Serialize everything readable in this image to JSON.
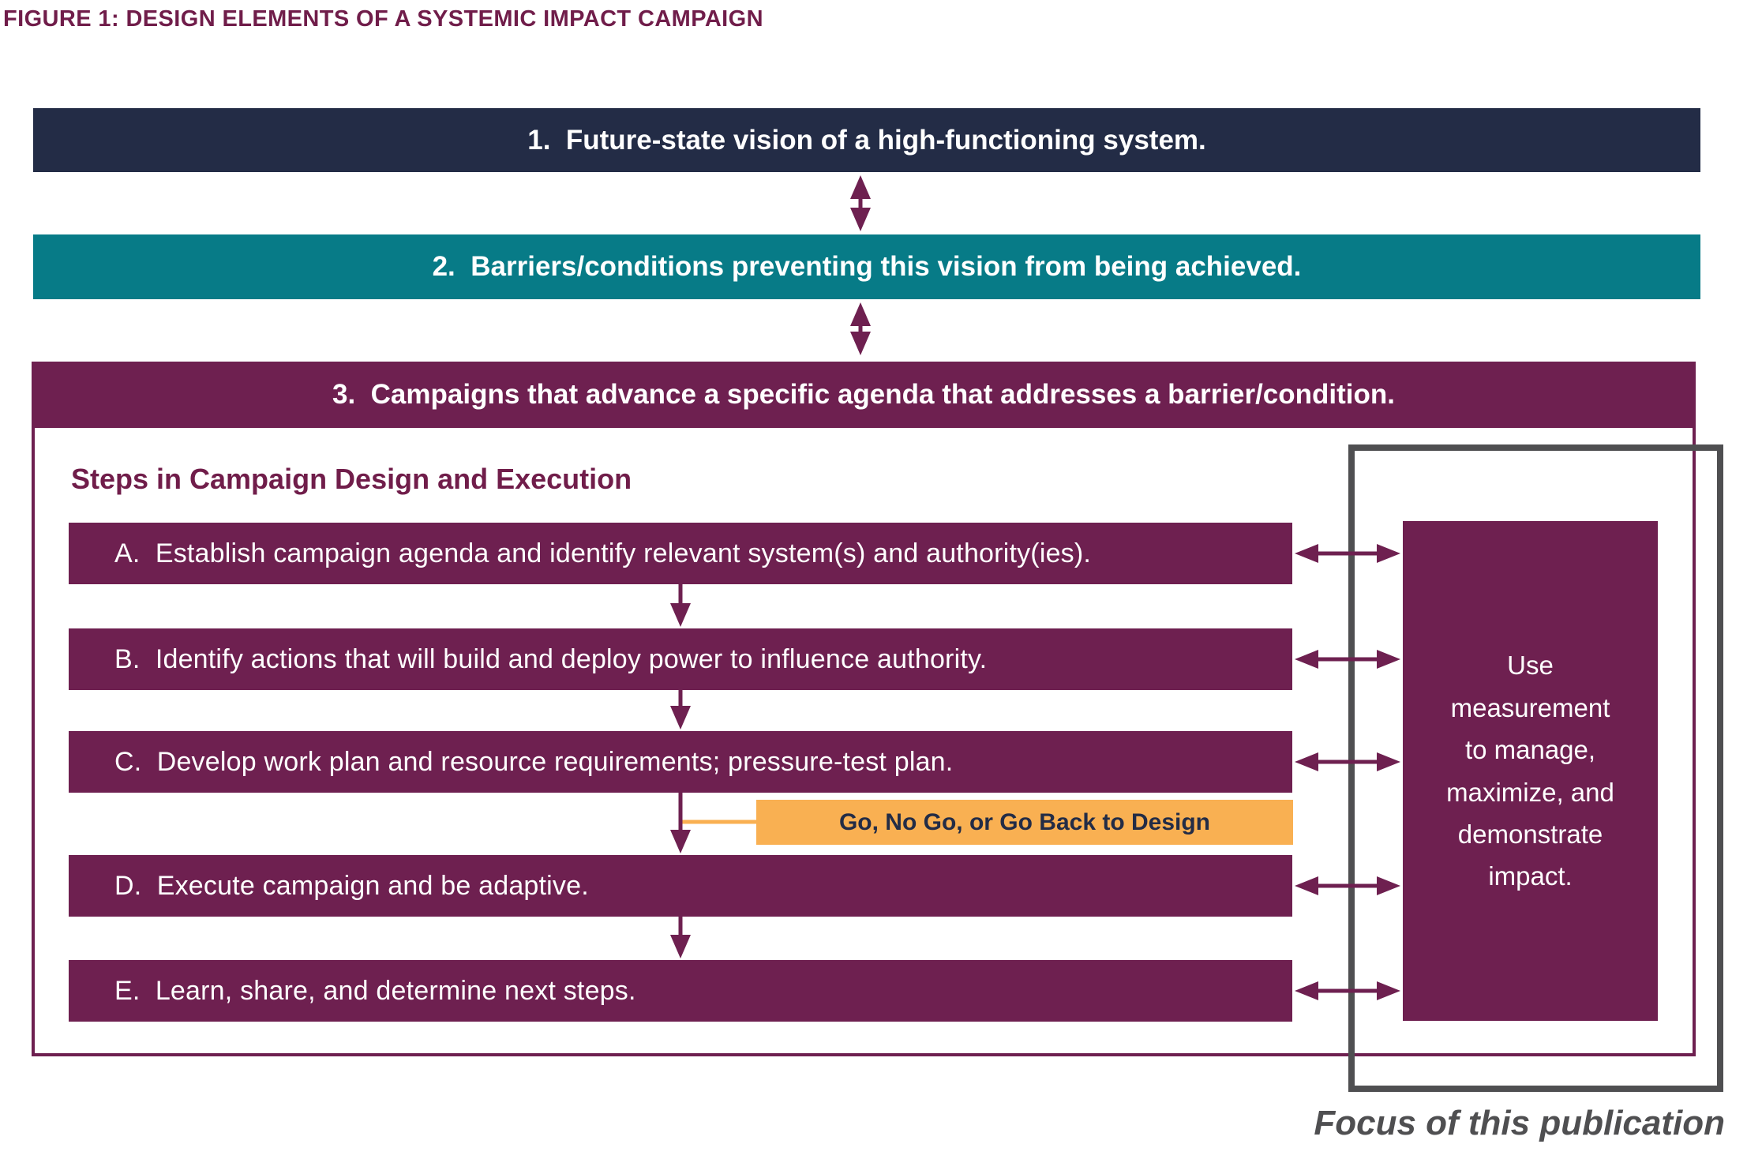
{
  "figure_title": "FIGURE 1: DESIGN ELEMENTS OF A SYSTEMIC IMPACT CAMPAIGN",
  "colors": {
    "navy": "#232C46",
    "teal": "#077B87",
    "wine": "#6E2050",
    "maroon": "#701D4A",
    "orange": "#F9B052",
    "orange_text": "#232C46",
    "frame_gray": "#4F4F51"
  },
  "flow_levels": [
    {
      "text": "1.  Future-state vision of a high-functioning system.",
      "color": "#232C46"
    },
    {
      "text": "2.  Barriers/conditions preventing this vision from being achieved.",
      "color": "#077B87"
    },
    {
      "text": "3.  Campaigns that advance a specific agenda that addresses a barrier/condition.",
      "color": "#6E2050"
    }
  ],
  "steps_section": {
    "heading": "Steps in Campaign Design and Execution",
    "steps": [
      "A.  Establish campaign agenda and identify relevant system(s) and authority(ies).",
      "B.  Identify actions that will build and deploy power to influence authority.",
      "C.  Develop work plan and resource requirements; pressure-test plan.",
      "D.  Execute campaign and be adaptive.",
      "E.  Learn, share, and determine next steps."
    ],
    "decision_label": "Go, No Go, or Go Back to Design"
  },
  "measurement_box": {
    "text": "Use\nmeasurement\nto manage,\nmaximize, and\ndemonstrate\nimpact."
  },
  "focus_caption": "Focus of this publication"
}
